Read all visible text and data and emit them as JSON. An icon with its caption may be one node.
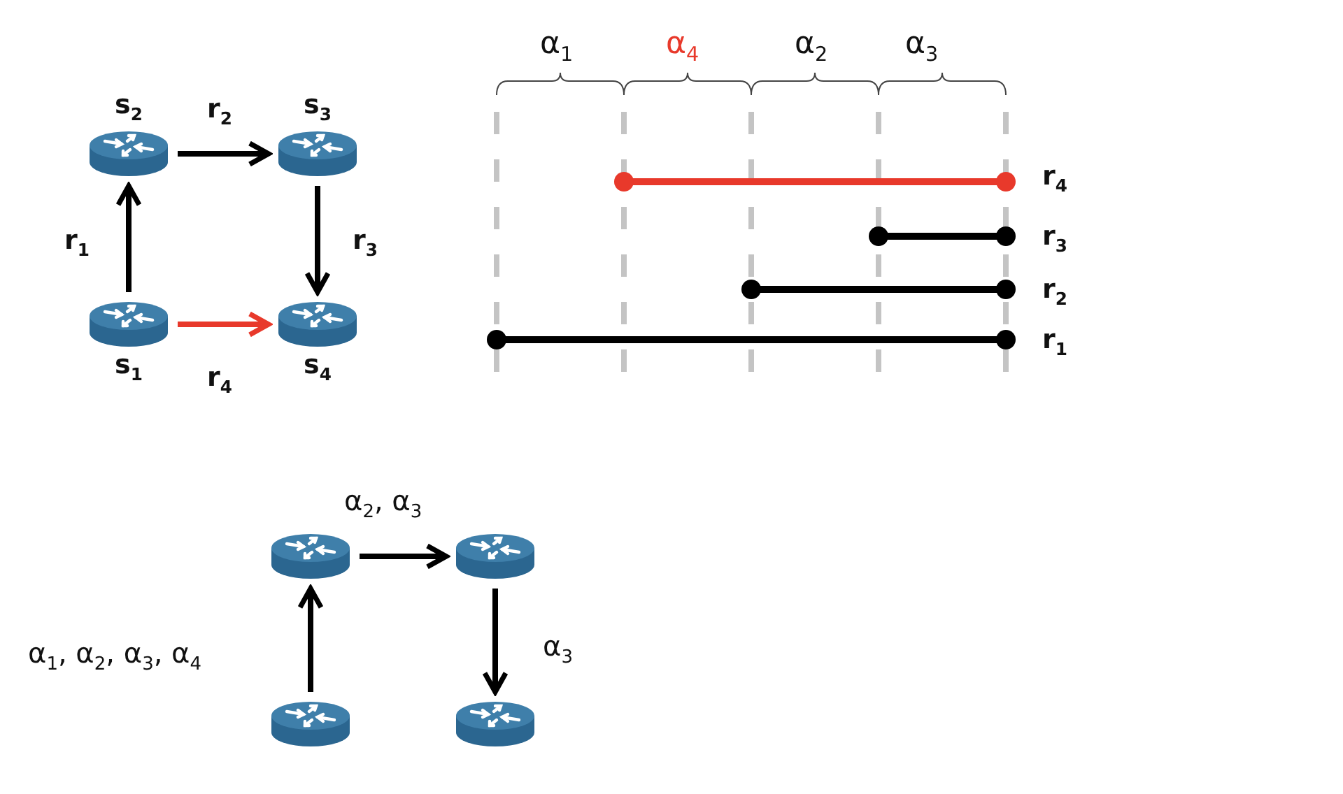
{
  "diagram": {
    "nodes": [
      {
        "text": [
          "s$_{2}$"
        ]
      },
      {
        "text": [
          "s$_{3}$"
        ]
      },
      {
        "text": [
          "s$_{1}$"
        ]
      },
      {
        "text": [
          "s$_{4}$"
        ]
      },
      {
        "text": [],
        "shape": "picture"
      },
      {
        "text": [],
        "shape": "picture"
      },
      {
        "text": [],
        "shape": "picture"
      },
      {
        "text": [],
        "shape": "picture"
      }
    ],
    "edges": [
      {
        "from": 2,
        "to": 0,
        "arrow": "to",
        "label": "r$_{1}$"
      },
      {
        "from": 0,
        "to": 1,
        "arrow": "to",
        "label": "r$_{2}$"
      },
      {
        "from": 1,
        "to": 3,
        "arrow": "to",
        "label": "r$_{3}$"
      },
      {
        "from": 2,
        "to": 3,
        "arrow": "to",
        "label": "r$_{4}$",
        "color": "#e8392b"
      },
      {
        "from": 6,
        "to": 4,
        "arrow": "to",
        "label": "α$_{1}$, α$_{2}$, α$_{3}$, α$_{4}$"
      },
      {
        "from": 4,
        "to": 5,
        "arrow": "to",
        "label": "α$_{2}$, α$_{3}$"
      },
      {
        "from": 5,
        "to": 7,
        "arrow": "to",
        "label": "α$_{3}$"
      }
    ],
    "labels": [
      "α$_{1}$",
      "α$_{4}$",
      "α$_{2}$",
      "α$_{3}$",
      "r$_{4}$",
      "r$_{3}$",
      "r$_{2}$",
      "r$_{1}$"
    ]
  }
}
